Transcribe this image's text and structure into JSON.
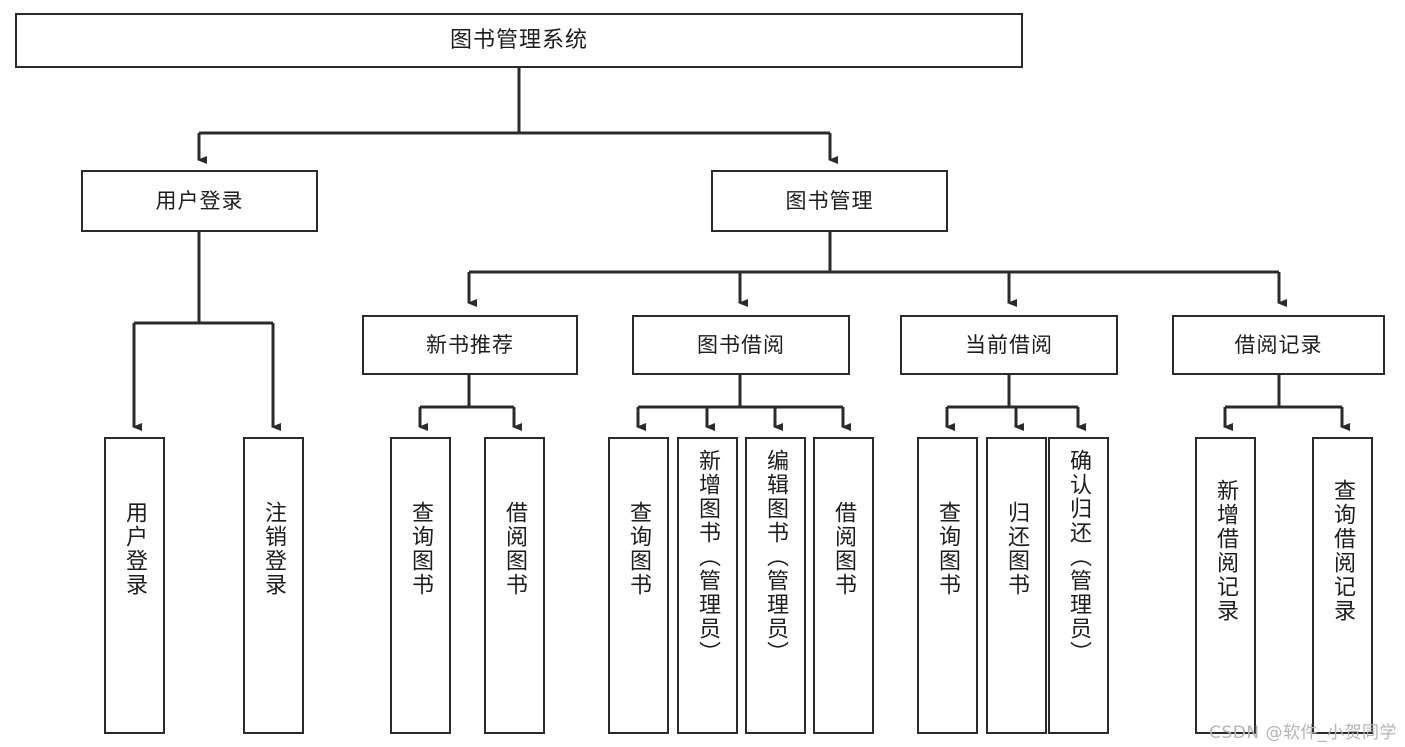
{
  "diagram": {
    "type": "tree",
    "title": "图书管理系统",
    "root": {
      "label": "图书管理系统"
    },
    "level2": [
      {
        "label": "用户登录"
      },
      {
        "label": "图书管理"
      }
    ],
    "level3": [
      {
        "label": "新书推荐"
      },
      {
        "label": "图书借阅"
      },
      {
        "label": "当前借阅"
      },
      {
        "label": "借阅记录"
      }
    ],
    "leaves": {
      "user_login": [
        {
          "label": "用户登录"
        },
        {
          "label": "注销登录"
        }
      ],
      "new_book": [
        {
          "label": "查询图书"
        },
        {
          "label": "借阅图书"
        }
      ],
      "book_borrow": [
        {
          "label": "查询图书"
        },
        {
          "label": "新增图书（管理员）"
        },
        {
          "label": "编辑图书（管理员）"
        },
        {
          "label": "借阅图书"
        }
      ],
      "current_borrow": [
        {
          "label": "查询图书"
        },
        {
          "label": "归还图书"
        },
        {
          "label": "确认归还（管理员）"
        }
      ],
      "borrow_record": [
        {
          "label": "新增借阅记录"
        },
        {
          "label": "查询借阅记录"
        }
      ]
    }
  },
  "watermark": {
    "text": "CSDN @软件_小贺同学"
  },
  "colors": {
    "stroke": "#2b2b2b",
    "fill": "#ffffff",
    "text": "#1d1d1d",
    "watermark": "#b4b4b4"
  }
}
